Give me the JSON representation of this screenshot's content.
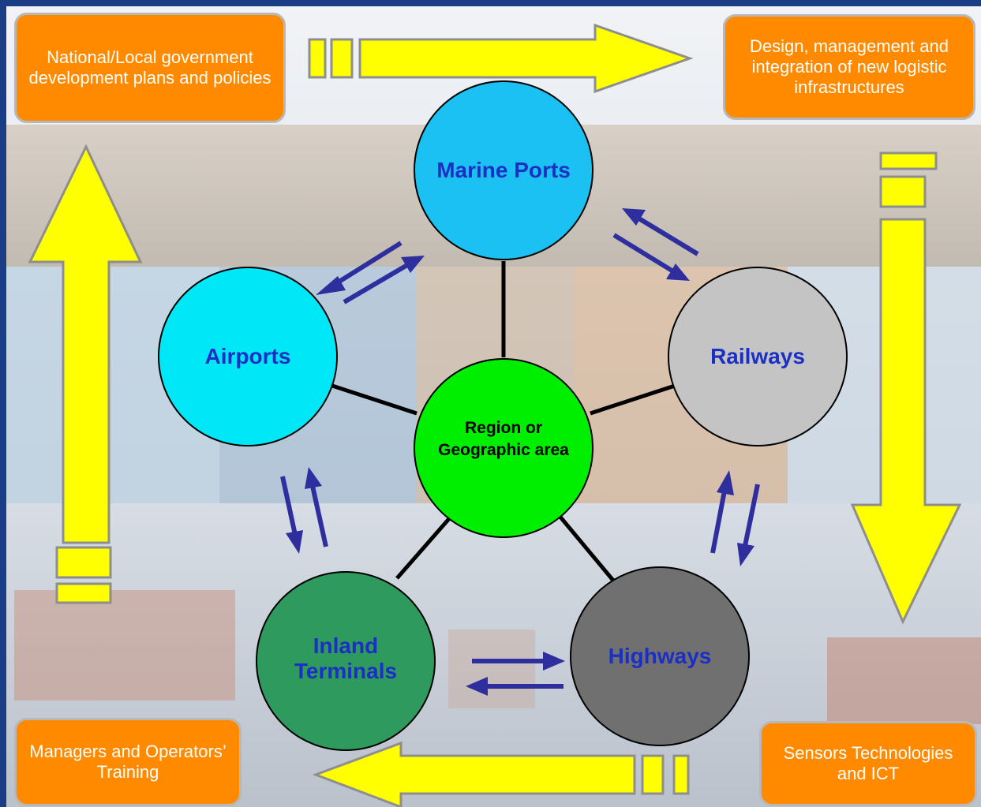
{
  "corners": {
    "top_left": "National/Local government development plans and policies",
    "top_right": "Design, management and integration of new logistic infrastructures",
    "bottom_left": "Managers and Operators’ Training",
    "bottom_right": "Sensors Technologies and ICT"
  },
  "nodes": {
    "center": "Region or Geographic area",
    "marine_ports": "Marine Ports",
    "airports": "Airports",
    "railways": "Railways",
    "inland_terminals": "Inland Terminals",
    "highways": "Highways"
  },
  "colors": {
    "frame": "#1b3d86",
    "corner_box": "#ff8a00",
    "flow_arrow": "#ffff00",
    "link_arrow": "#2e2e9e",
    "center": "#00ee00",
    "marine_ports": "#1bc1f2",
    "airports": "#00e8f8",
    "railways": "#c4c4c4",
    "inland_terminals": "#2e9a5e",
    "highways": "#707070"
  }
}
